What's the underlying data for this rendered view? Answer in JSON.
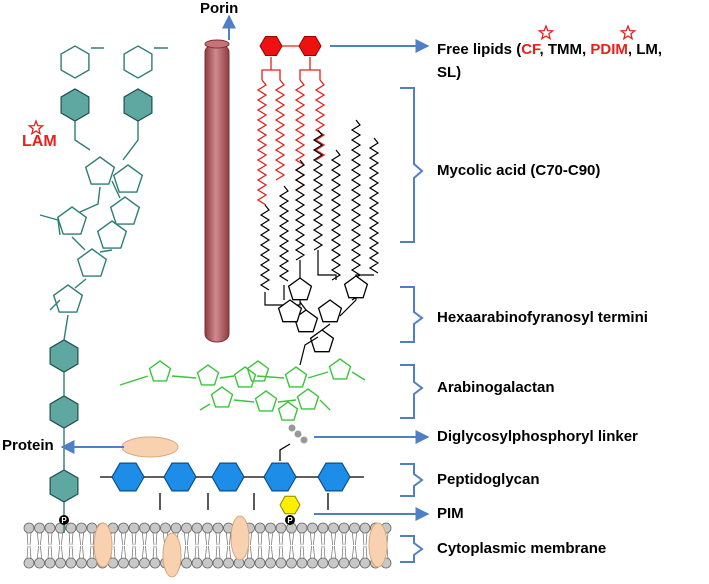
{
  "labels": {
    "porin": "Porin",
    "lam": "LAM",
    "protein": "Protein",
    "free_lipids": {
      "prefix": "Free lipids (",
      "cf": "CF",
      "sep1": ", TMM, ",
      "pdim": "PDIM",
      "sep2": ", LM,",
      "line2": "SL)"
    },
    "mycolic_acid": "Mycolic acid (C70-C90)",
    "hexa": "Hexaarabinofyranosyl termini",
    "arabinogalactan": "Arabinogalactan",
    "linker": "Diglycosylphosphoryl linker",
    "peptidoglycan": "Peptidoglycan",
    "pim": "PIM",
    "membrane": "Cytoplasmic membrane",
    "phosphate": "P"
  },
  "colors": {
    "teal": "#5fa8a2",
    "teal_line": "#2e7d77",
    "green": "#3cc43c",
    "blue": "#1e8de8",
    "yellow": "#ffee00",
    "red_hex": "#ee1111",
    "porin": "#b8555a",
    "protein": "#f8d2b0",
    "arrow": "#4f7fc4",
    "bracket": "#4f7fc4",
    "label_red": "#e8201a",
    "lipid_gray": "#c8c8c8"
  }
}
